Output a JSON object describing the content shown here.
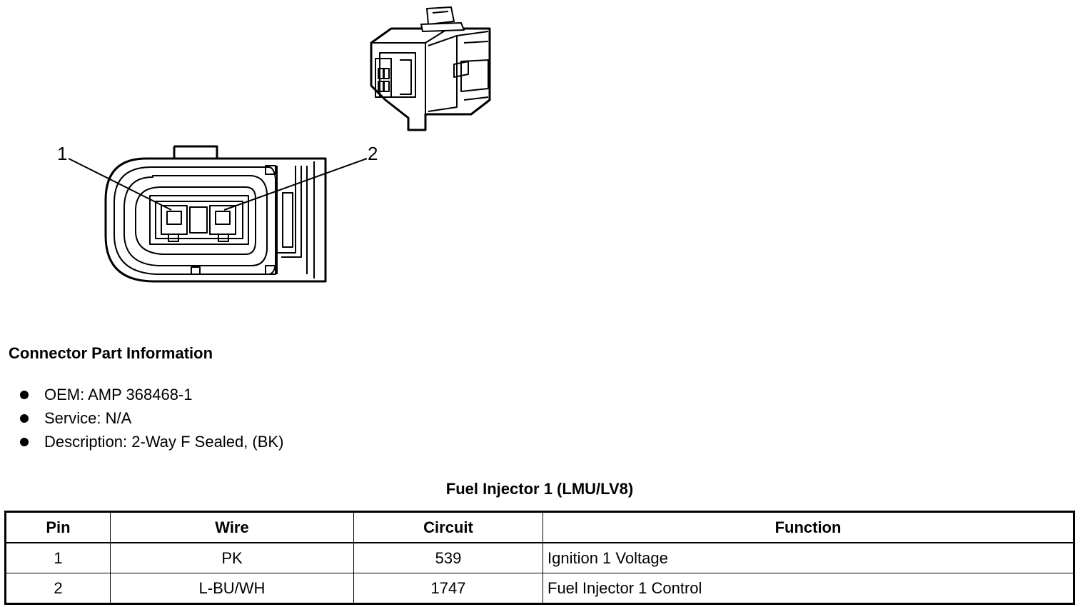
{
  "diagram": {
    "pin_callouts": [
      "1",
      "2"
    ]
  },
  "connector_info": {
    "heading": "Connector Part Information",
    "items": [
      "OEM: AMP 368468-1",
      "Service: N/A",
      "Description: 2-Way F Sealed, (BK)"
    ]
  },
  "pinout": {
    "title": "Fuel Injector 1 (LMU/LV8)",
    "headers": [
      "Pin",
      "Wire",
      "Circuit",
      "Function"
    ],
    "rows": [
      {
        "pin": "1",
        "wire": "PK",
        "circuit": "539",
        "function": "Ignition 1 Voltage"
      },
      {
        "pin": "2",
        "wire": "L-BU/WH",
        "circuit": "1747",
        "function": "Fuel Injector 1 Control"
      }
    ]
  }
}
